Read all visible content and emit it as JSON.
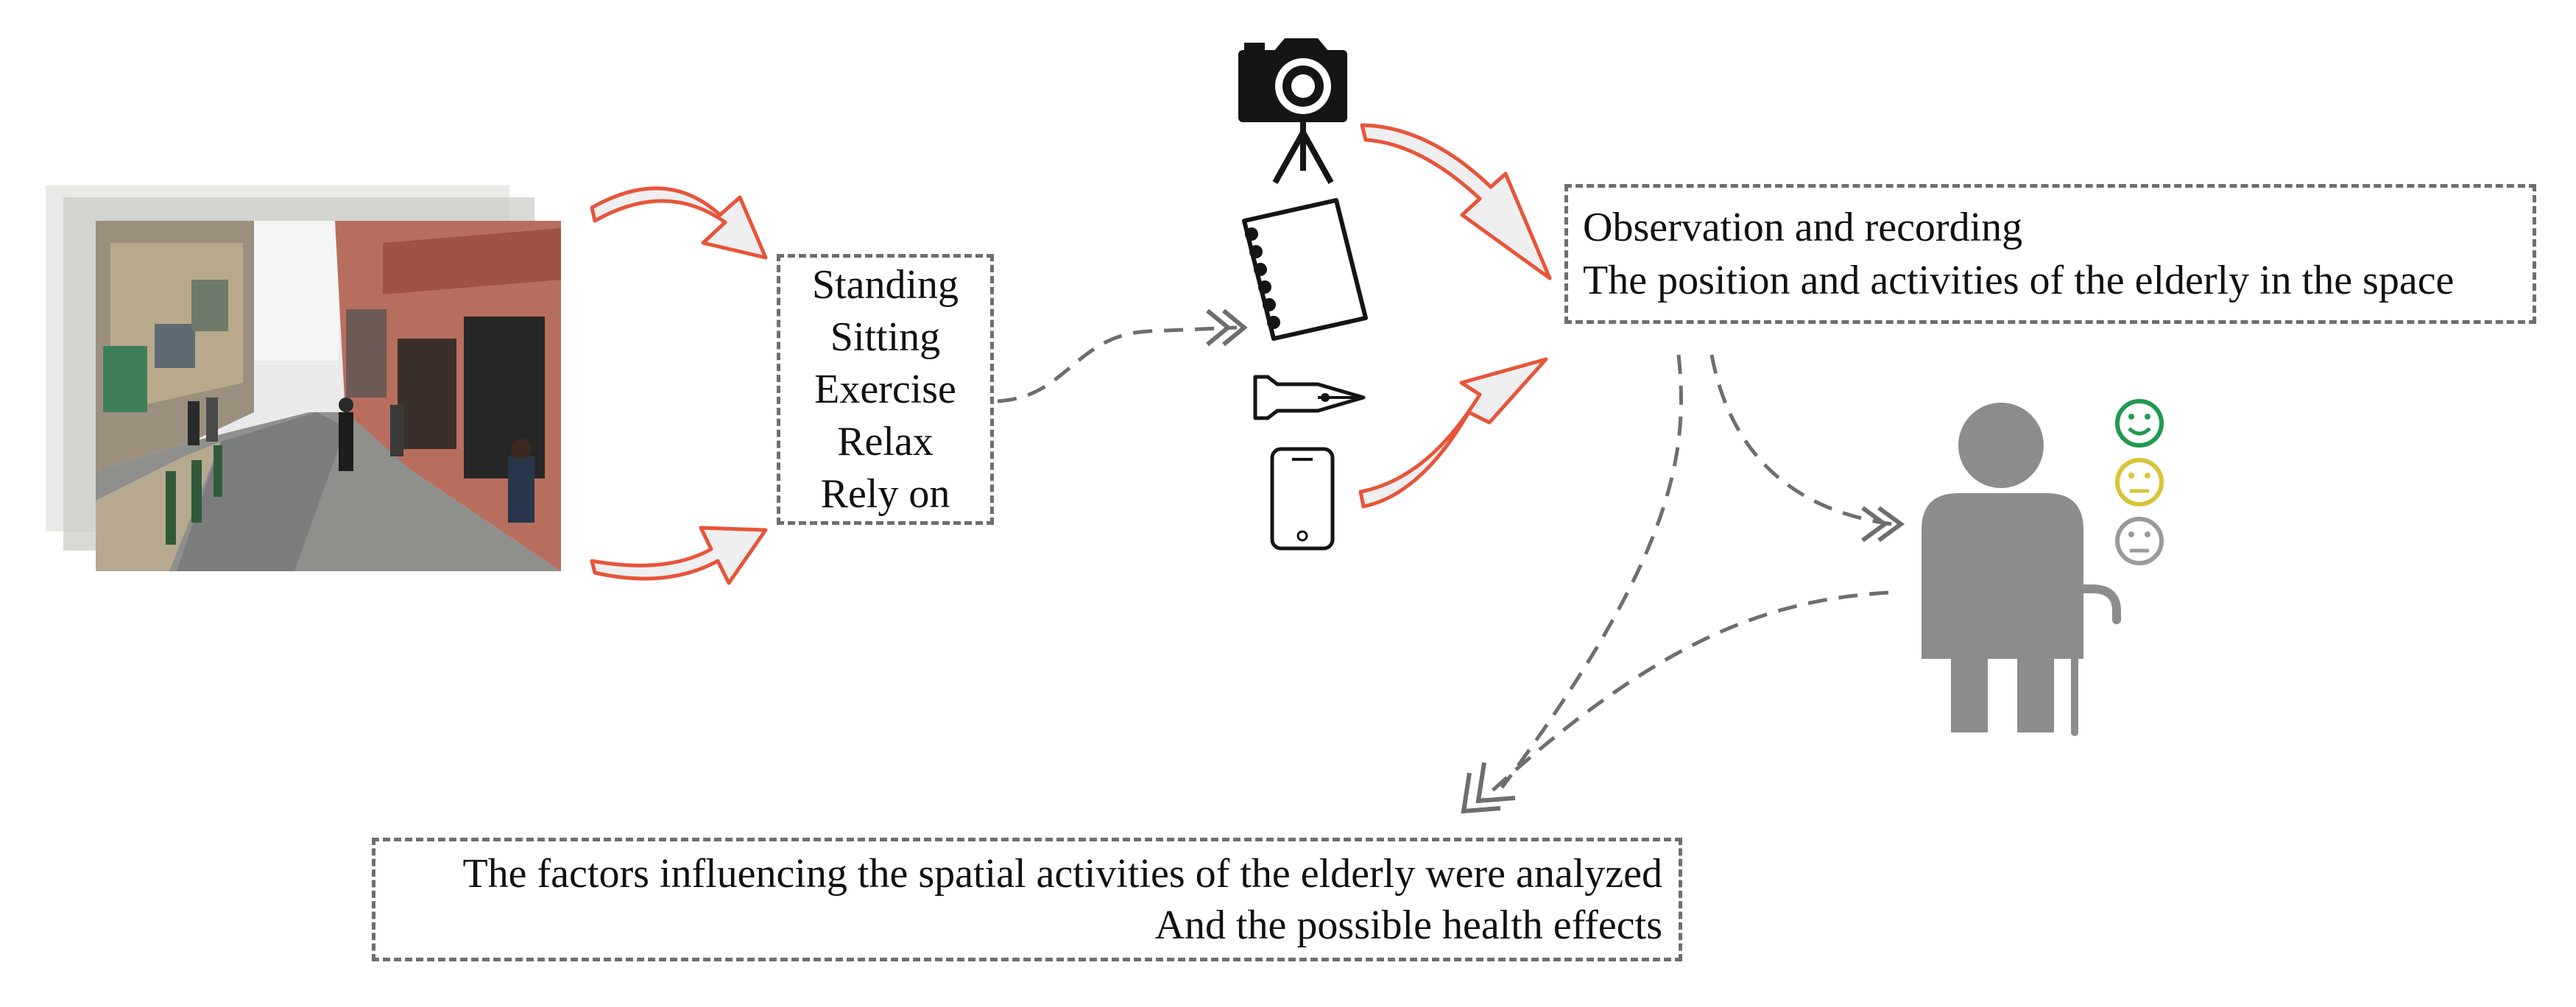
{
  "photo": {
    "description_alt": "street-photo"
  },
  "activities": {
    "items": [
      "Standing",
      "Sitting",
      "Exercise",
      "Relax",
      "Rely on"
    ]
  },
  "tools": {
    "icons": [
      "camera-tripod-icon",
      "notebook-icon",
      "pen-icon",
      "smartphone-icon"
    ]
  },
  "observation": {
    "line1": "Observation and recording",
    "line2": "The position and activities of the elderly in the space"
  },
  "elderly": {
    "icon": "elderly-person-cane-icon",
    "moods": [
      {
        "name": "happy-face-icon",
        "color": "#1f9a4e"
      },
      {
        "name": "neutral-face-icon",
        "color": "#d9c437"
      },
      {
        "name": "sad-face-icon",
        "color": "#9a9a9a"
      }
    ]
  },
  "conclusion": {
    "line1": "The factors influencing the spatial activities of the elderly were analyzed",
    "line2": "And the possible health effects"
  },
  "colors": {
    "red_arrow": "#e8543a",
    "arrow_fill": "#efefef",
    "dashed": "#6e6e6e",
    "figure": "#8c8c8c"
  }
}
